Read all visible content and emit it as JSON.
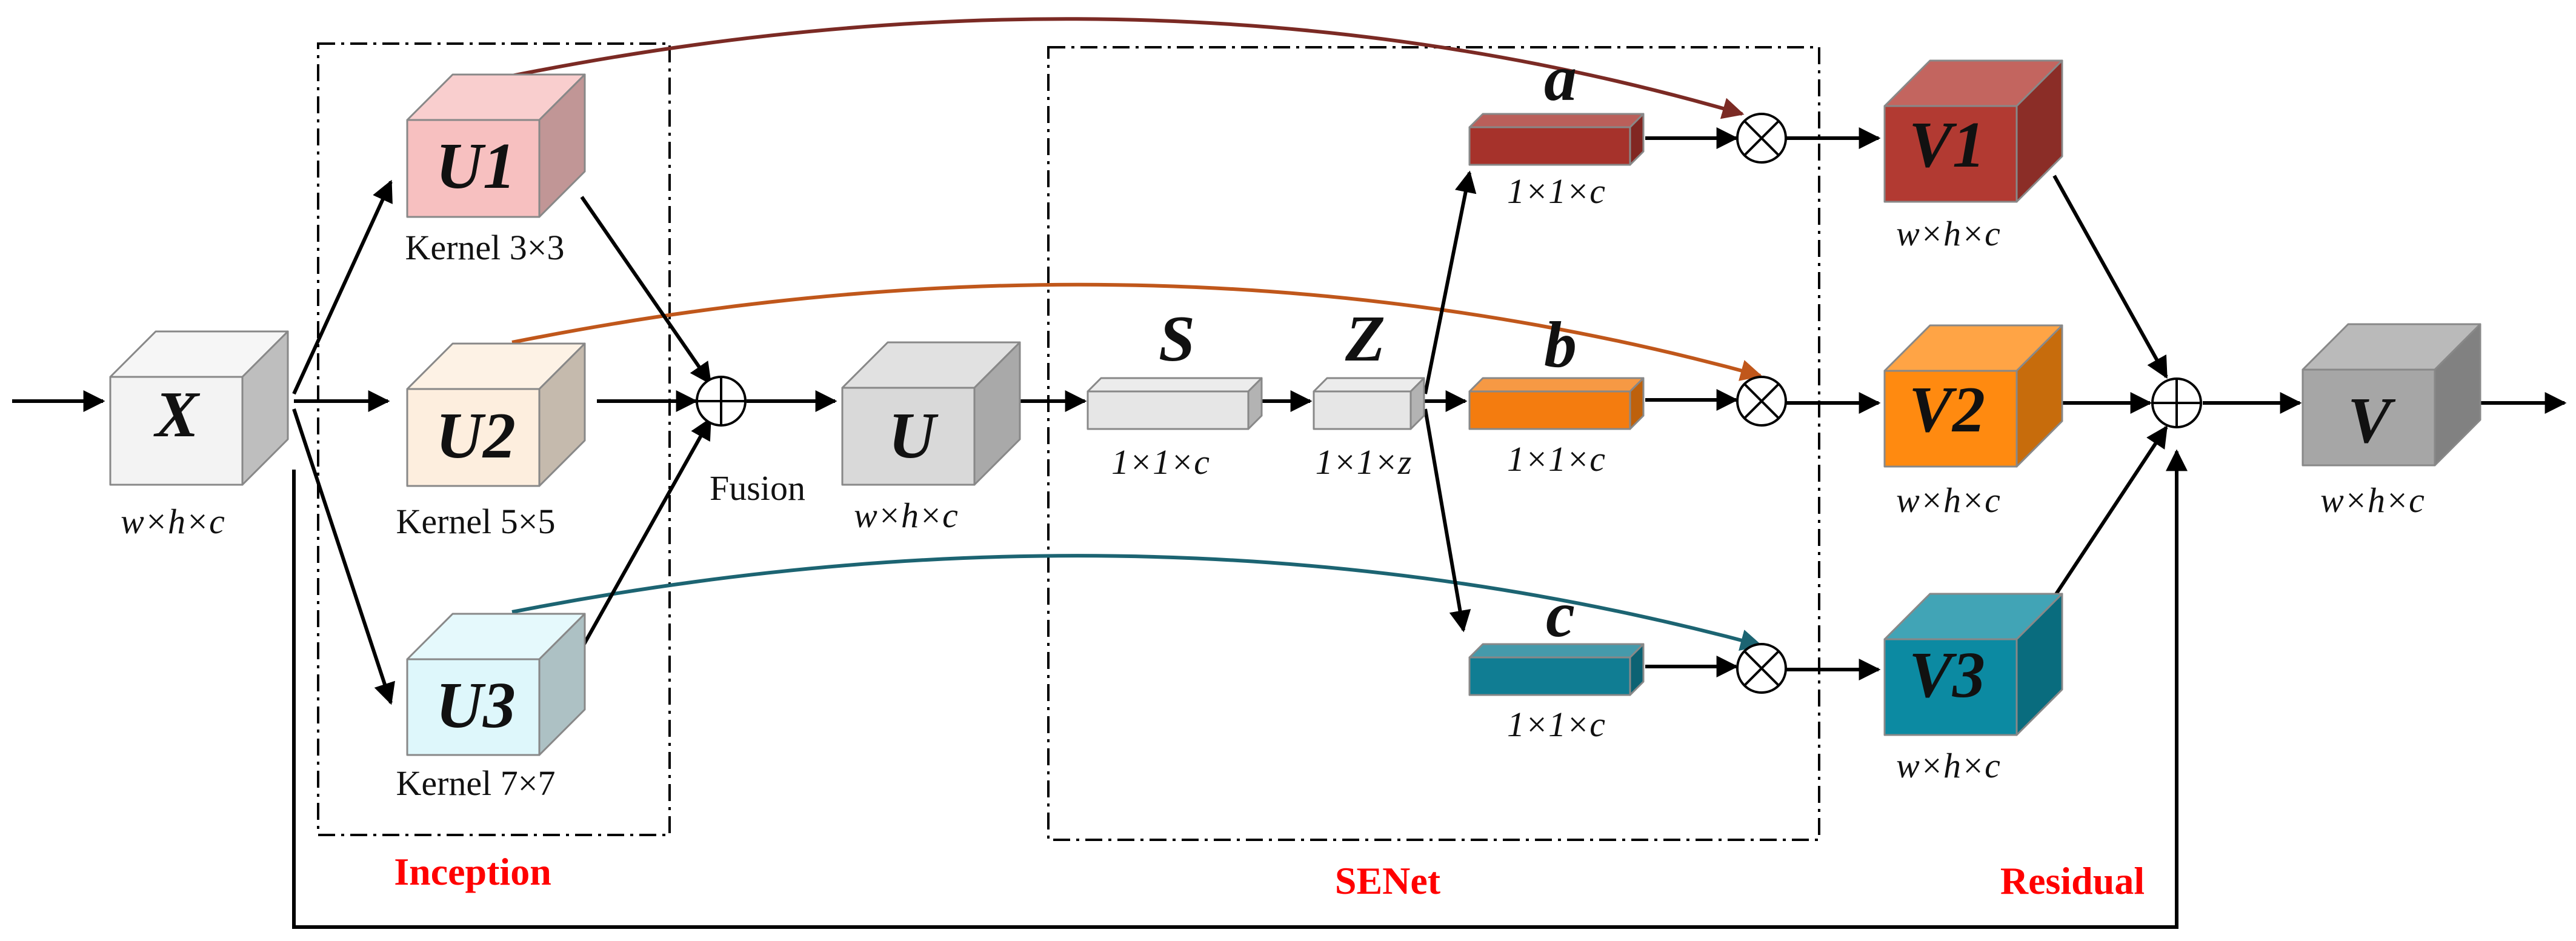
{
  "blocks": {
    "x": {
      "symbol": "X",
      "dims": "w×h×c"
    },
    "u1": {
      "symbol": "U1",
      "kernel": "Kernel 3×3"
    },
    "u2": {
      "symbol": "U2",
      "kernel": "Kernel 5×5"
    },
    "u3": {
      "symbol": "U3",
      "kernel": "Kernel 7×7"
    },
    "u": {
      "symbol": "U",
      "dims": "w×h×c"
    },
    "s": {
      "symbol": "S",
      "dims": "1×1×c"
    },
    "z": {
      "symbol": "Z",
      "dims": "1×1×z"
    },
    "a": {
      "symbol": "a",
      "dims": "1×1×c"
    },
    "b": {
      "symbol": "b",
      "dims": "1×1×c"
    },
    "c": {
      "symbol": "c",
      "dims": "1×1×c"
    },
    "v1": {
      "symbol": "V1",
      "dims": "w×h×c"
    },
    "v2": {
      "symbol": "V2",
      "dims": "w×h×c"
    },
    "v3": {
      "symbol": "V3",
      "dims": "w×h×c"
    },
    "v": {
      "symbol": "V",
      "dims": "w×h×c"
    }
  },
  "fusion_label": "Fusion",
  "section_labels": {
    "inception": "Inception",
    "senet": "SENet",
    "residual": "Residual"
  },
  "colors": {
    "x": "#f3f3f3",
    "u1": "#f7c0c0",
    "u2": "#fdeede",
    "u3": "#def7fb",
    "u": "#d9d9d9",
    "s": "#e6e6e6",
    "z": "#e6e6e6",
    "a": "#a6322b",
    "b": "#f47c0f",
    "c": "#107d93",
    "v1": "#b23a32",
    "v2": "#ff8a10",
    "v3": "#0c8aa2",
    "v": "#a6a6a6",
    "skip_u1": "#7b2a24",
    "skip_u2": "#c0571b",
    "skip_u3": "#1c6472",
    "section_label": "#ff0000"
  }
}
